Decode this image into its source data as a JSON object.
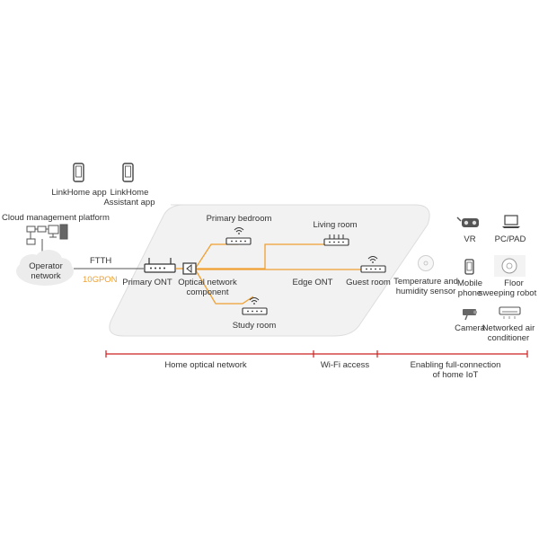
{
  "apps": {
    "linkhome": "LinkHome app",
    "assistant_line1": "LinkHome",
    "assistant_line2": "Assistant app"
  },
  "cloud_platform": "Cloud management platform",
  "operator_network": {
    "line1": "Operator",
    "line2": "network"
  },
  "link": {
    "ftth": "FTTH",
    "gpon": "10GPON"
  },
  "nodes": {
    "primary_ont": "Primary ONT",
    "optical_component_line1": "Optical network",
    "optical_component_line2": "component",
    "primary_bedroom": "Primary bedroom",
    "living_room": "Living room",
    "study_room": "Study room",
    "edge_ont": "Edge ONT",
    "guest_room": "Guest room"
  },
  "sensor": {
    "line1": "Temperature and",
    "line2": "humidity sensor"
  },
  "devices": {
    "vr": "VR",
    "pc_pad": "PC/PAD",
    "mobile_line1": "Mobile",
    "mobile_line2": "phone",
    "floor_line1": "Floor",
    "floor_line2": "sweeping robot",
    "camera": "Camera",
    "aircon_line1": "Networked air",
    "aircon_line2": "conditioner"
  },
  "sections": {
    "home_optical": "Home optical network",
    "wifi_access": "Wi-Fi access",
    "iot_line1": "Enabling full-connection",
    "iot_line2": "of home IoT"
  },
  "colors": {
    "fiber": "#f0a030",
    "section_line": "#cc2222",
    "panel_fill": "#f2f2f2",
    "panel_stroke": "#dddddd",
    "cloud_fill": "#ececec"
  }
}
